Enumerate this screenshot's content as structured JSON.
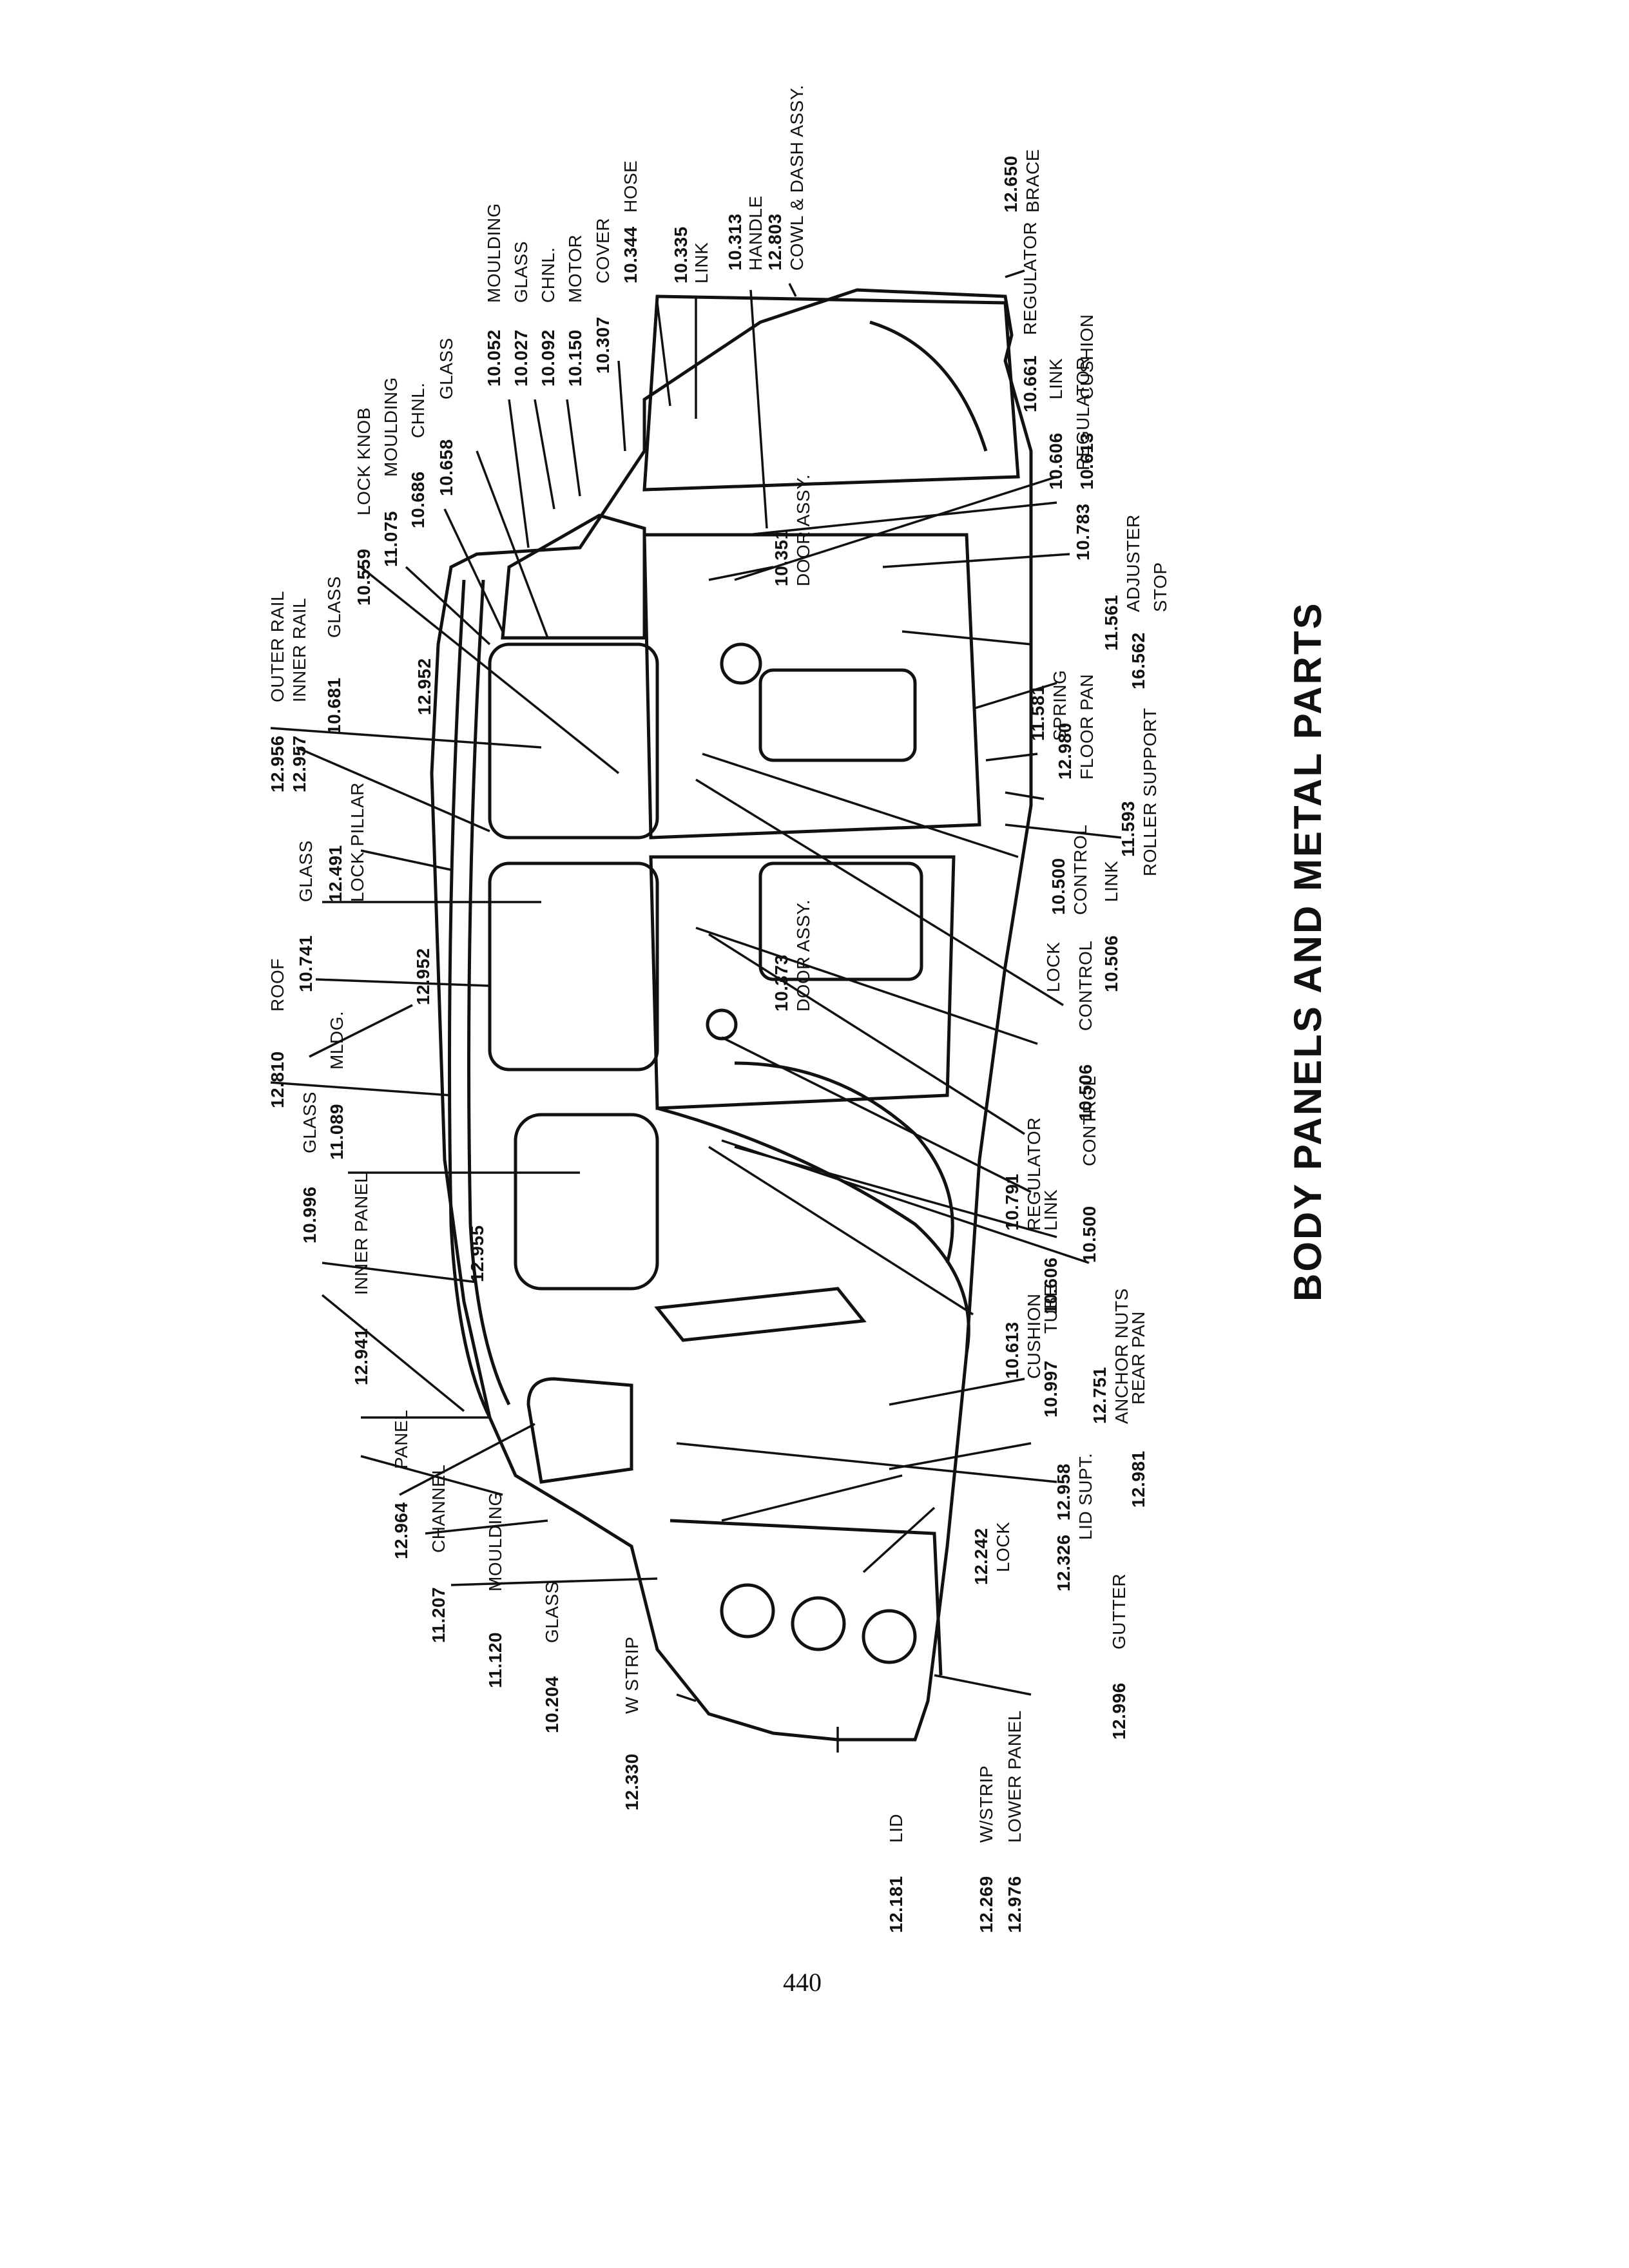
{
  "page": {
    "heading": "BODY PANELS AND METAL PARTS",
    "page_number": "440"
  },
  "callouts": [
    {
      "number": "12.650",
      "name": "BRACE"
    },
    {
      "number": "12.803",
      "name": "COWL & DASH ASSY."
    },
    {
      "number": "10.313",
      "name": "HANDLE"
    },
    {
      "number": "10.335",
      "name": "LINK"
    },
    {
      "number": "10.344",
      "name": "HOSE"
    },
    {
      "number": "10.307",
      "name": "COVER"
    },
    {
      "number": "10.150",
      "name": "MOTOR"
    },
    {
      "number": "10.092",
      "name": "CHNL."
    },
    {
      "number": "10.027",
      "name": "GLASS"
    },
    {
      "number": "10.052",
      "name": "MOULDING"
    },
    {
      "number": "10.658",
      "name": "GLASS"
    },
    {
      "number": "10.686",
      "name": "CHNL."
    },
    {
      "number": "11.075",
      "name": "MOULDING"
    },
    {
      "number": "10.559",
      "name": "LOCK KNOB"
    },
    {
      "number": "12.952",
      "name": ""
    },
    {
      "number": "12.956",
      "name": "OUTER RAIL"
    },
    {
      "number": "12.957",
      "name": "INNER RAIL"
    },
    {
      "number": "10.681",
      "name": "GLASS"
    },
    {
      "number": "12.491",
      "name": "LOCK PILLAR"
    },
    {
      "number": "10.741",
      "name": "GLASS"
    },
    {
      "number": "12.952",
      "name": ""
    },
    {
      "number": "12.810",
      "name": "ROOF"
    },
    {
      "number": "11.089",
      "name": "MLDG."
    },
    {
      "number": "10.996",
      "name": "GLASS"
    },
    {
      "number": "12.955",
      "name": ""
    },
    {
      "number": "12.941",
      "name": "INNER PANEL"
    },
    {
      "number": "12.964",
      "name": "PANEL"
    },
    {
      "number": "11.207",
      "name": "CHANNEL"
    },
    {
      "number": "11.120",
      "name": "MOULDING"
    },
    {
      "number": "10.204",
      "name": "GLASS"
    },
    {
      "number": "12.330",
      "name": "W STRIP"
    },
    {
      "number": "12.181",
      "name": "LID"
    },
    {
      "number": "12.269",
      "name": "W/STRIP"
    },
    {
      "number": "12.976",
      "name": "LOWER PANEL"
    },
    {
      "number": "12.996",
      "name": "GUTTER"
    },
    {
      "number": "12.326",
      "name": ""
    },
    {
      "number": "12.242",
      "name": "LOCK"
    },
    {
      "number": "12.958",
      "name": "LID SUPT."
    },
    {
      "number": "12.981",
      "name": "REAR PAN"
    },
    {
      "number": "12.751",
      "name": "ANCHOR NUTS"
    },
    {
      "number": "10.997",
      "name": "TUBE"
    },
    {
      "number": "10.613",
      "name": "CUSHION"
    },
    {
      "number": "10.606",
      "name": "LINK"
    },
    {
      "number": "10.500",
      "name": "CONTROL"
    },
    {
      "number": "10.791",
      "name": "REGULATOR"
    },
    {
      "number": "10.506",
      "name": "CONTROL"
    },
    {
      "number": "10.373",
      "name": "DOOR ASSY."
    },
    {
      "number": "10.506",
      "name": "LINK"
    },
    {
      "number": "10.500",
      "name": "LOCK"
    },
    {
      "number": "10.500",
      "name": "CONTROL"
    },
    {
      "number": "11.593",
      "name": "ROLLER SUPPORT"
    },
    {
      "number": "12.980",
      "name": "FLOOR PAN"
    },
    {
      "number": "11.581",
      "name": "SPRING"
    },
    {
      "number": "16.562",
      "name": "STOP"
    },
    {
      "number": "11.561",
      "name": "ADJUSTER"
    },
    {
      "number": "10.783",
      "name": "REGULATOR"
    },
    {
      "number": "10.613",
      "name": "CUSHION"
    },
    {
      "number": "10.606",
      "name": "LINK"
    },
    {
      "number": "10.661",
      "name": "REGULATOR"
    },
    {
      "number": "10.351",
      "name": "DOOR ASSY."
    }
  ]
}
